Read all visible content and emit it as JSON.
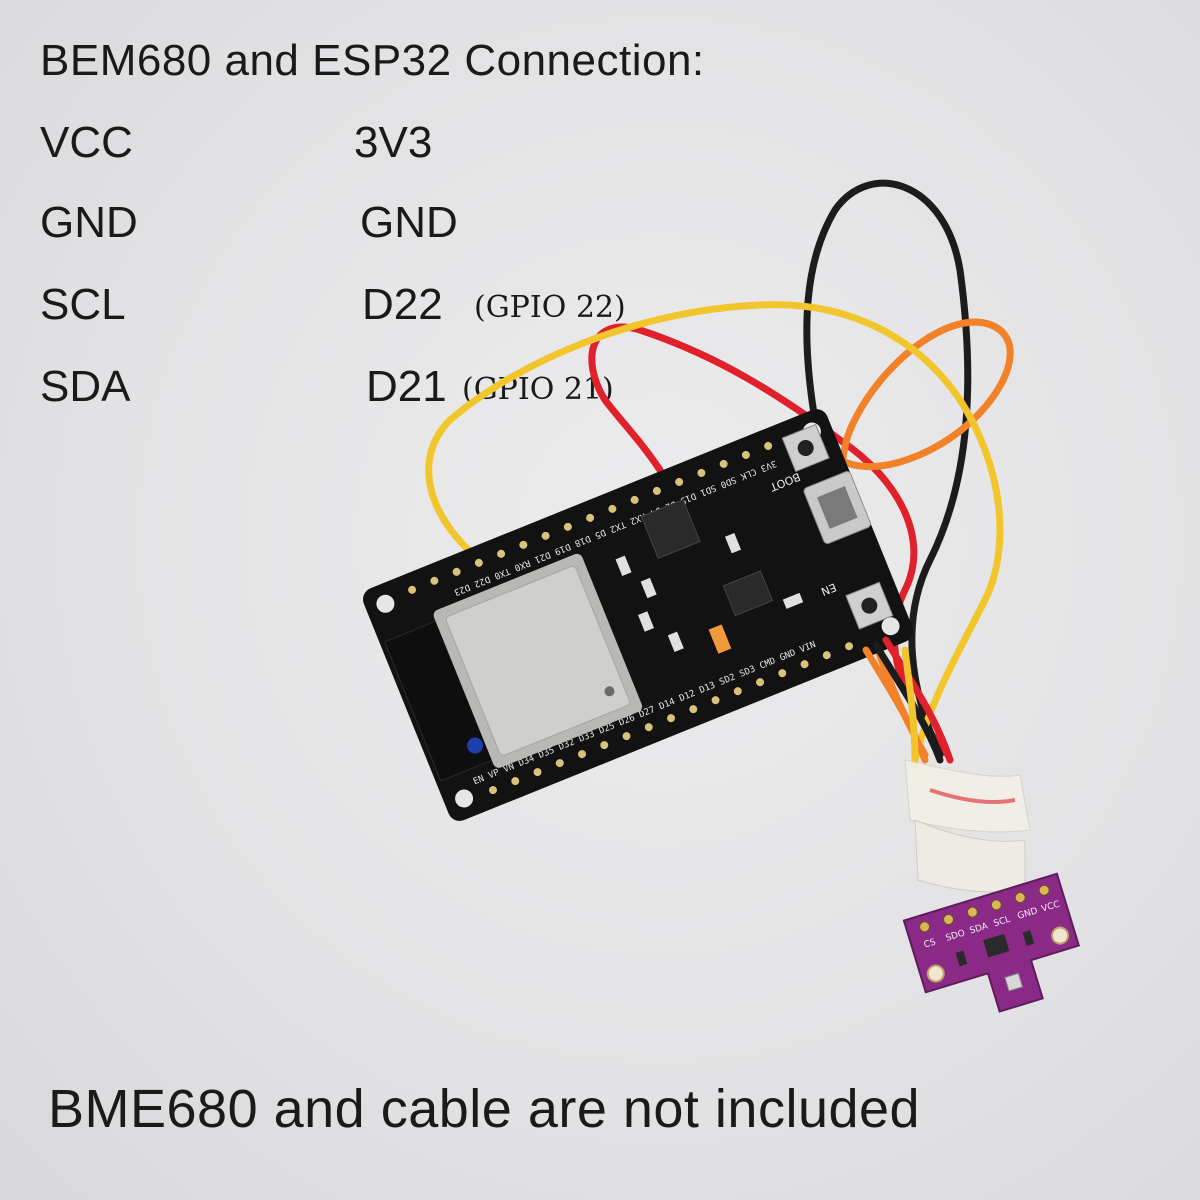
{
  "title": "BEM680 and ESP32 Connection:",
  "connections": [
    {
      "sensor_pin": "VCC",
      "esp_pin": "3V3",
      "gpio": ""
    },
    {
      "sensor_pin": "GND",
      "esp_pin": "GND",
      "gpio": ""
    },
    {
      "sensor_pin": "SCL",
      "esp_pin": "D22",
      "gpio": "(GPIO 22)"
    },
    {
      "sensor_pin": "SDA",
      "esp_pin": "D21",
      "gpio": "(GPIO 21)"
    }
  ],
  "footer": "BME680 and cable are not included",
  "board_labels": {
    "boot": "BOOT",
    "en": "EN",
    "top_header": "3V3 CLK SD0 SD1 D15 D2 D4 RX2 TX2 D5 D18 D19 D21 RX0 TX0 D22 D23",
    "bottom_header": "EN VP VN D34 D35 D32 D33 D25 D26 D27 D14 D12 D13 SD2 SD3 CMD GND VIN"
  },
  "sensor_labels": [
    "CS",
    "SDO",
    "SDA",
    "SCL",
    "GND",
    "VCC"
  ],
  "colors": {
    "wire_red": "#e0202a",
    "wire_black": "#1c1c1c",
    "wire_orange": "#f2822a",
    "wire_yellow": "#f1c62c",
    "board": "#121212",
    "sensor_pcb": "#8a2a86"
  }
}
